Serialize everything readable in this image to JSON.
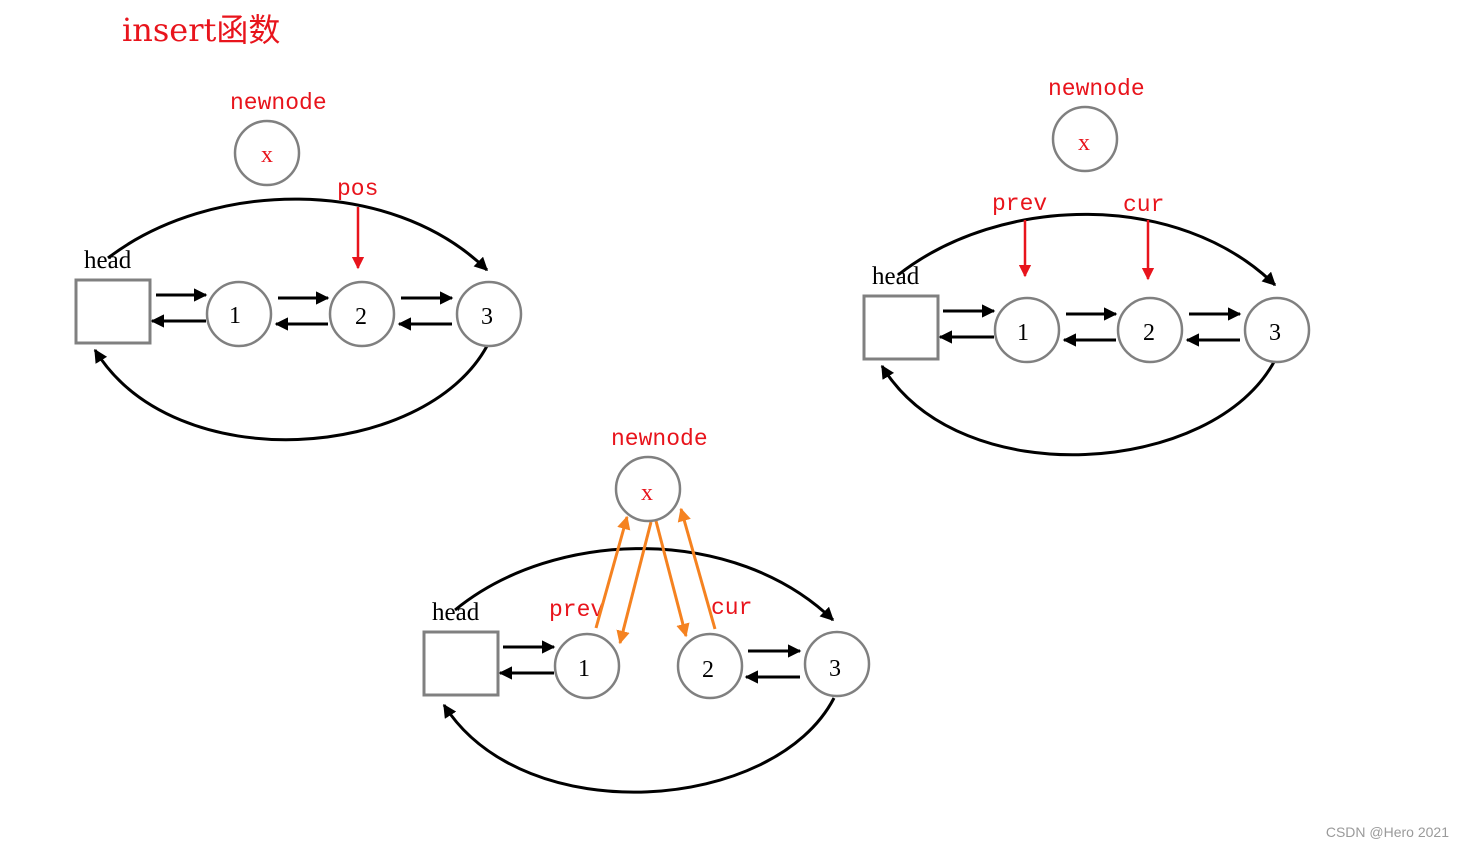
{
  "title": "insert函数",
  "watermark": "CSDN @Hero 2021",
  "colors": {
    "red": "#e8141c",
    "orange": "#f58220",
    "black": "#000000",
    "gray": "#808080"
  },
  "panels": [
    {
      "id": "p1",
      "head_label": "head",
      "newnode_label": "newnode",
      "newnode_value": "x",
      "nodes": [
        "1",
        "2",
        "3"
      ],
      "pointers": [
        {
          "label": "pos"
        }
      ]
    },
    {
      "id": "p2",
      "head_label": "head",
      "newnode_label": "newnode",
      "newnode_value": "x",
      "nodes": [
        "1",
        "2",
        "3"
      ],
      "pointers": [
        {
          "label": "prev"
        },
        {
          "label": "cur"
        }
      ]
    },
    {
      "id": "p3",
      "head_label": "head",
      "newnode_label": "newnode",
      "newnode_value": "x",
      "nodes": [
        "1",
        "2",
        "3"
      ],
      "pointers": [
        {
          "label": "prev"
        },
        {
          "label": "cur"
        }
      ]
    }
  ]
}
